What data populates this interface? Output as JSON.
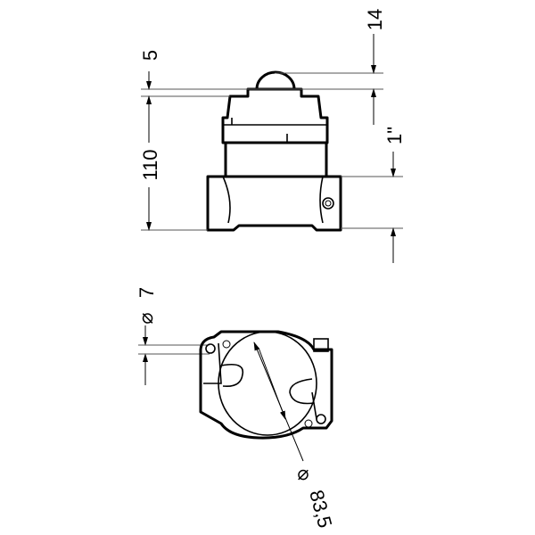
{
  "dimensions": {
    "dome_height": "14",
    "cap_step": "5",
    "total_height": "110",
    "thread": "1\"",
    "hole_diameter": "7",
    "body_diameter": "83,5",
    "diameter_symbol": "⌀"
  }
}
